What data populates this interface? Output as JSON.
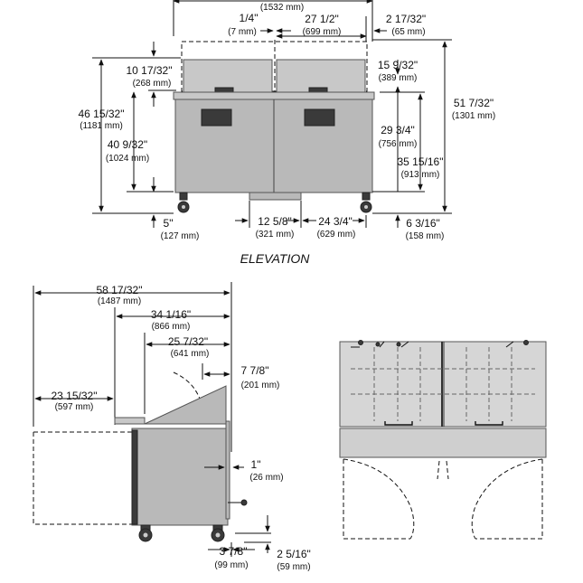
{
  "elevation": {
    "caption": "ELEVATION",
    "overall_width": {
      "in": "(1532 mm)"
    },
    "gap_quarter": {
      "in": "1/4\"",
      "mm": "(7 mm)"
    },
    "lid_width": {
      "in": "27 1/2\"",
      "mm": "(699 mm)"
    },
    "lid_overhang": {
      "in": "2 17/32\"",
      "mm": "(65 mm)"
    },
    "lid_height": {
      "in": "10 17/32\"",
      "mm": "(268 mm)"
    },
    "overall_height": {
      "in": "46 15/32\"",
      "mm": "(1181 mm)"
    },
    "work_height": {
      "in": "40 9/32\"",
      "mm": "(1024 mm)"
    },
    "lid_open_height": {
      "in": "15 9/32\"",
      "mm": "(389 mm)"
    },
    "lid_open_total": {
      "in": "51 7/32\"",
      "mm": "(1301 mm)"
    },
    "cabinet_height": {
      "in": "29 3/4\"",
      "mm": "(756 mm)"
    },
    "rail_height": {
      "in": "35 15/16\"",
      "mm": "(913 mm)"
    },
    "caster_height": {
      "in": "5\"",
      "mm": "(127 mm)"
    },
    "drain_offset": {
      "in": "12 5/8\"",
      "mm": "(321 mm)"
    },
    "drain_center": {
      "in": "24 3/4\"",
      "mm": "(629 mm)"
    },
    "caster_right": {
      "in": "6 3/16\"",
      "mm": "(158 mm)"
    }
  },
  "side": {
    "overall_depth": {
      "in": "58 17/32\"",
      "mm": "(1487 mm)"
    },
    "cabinet_depth": {
      "in": "34 1/16\"",
      "mm": "(866 mm)"
    },
    "rail_depth": {
      "in": "25 7/32\"",
      "mm": "(641 mm)"
    },
    "lid_depth": {
      "in": "7 7/8\"",
      "mm": "(201 mm)"
    },
    "door_swing": {
      "in": "23 15/32\"",
      "mm": "(597 mm)"
    },
    "bumper": {
      "in": "1\"",
      "mm": "(26 mm)"
    },
    "caster_offset": {
      "in": "3 7/8\"",
      "mm": "(99 mm)"
    },
    "base_offset": {
      "in": "2 5/16\"",
      "mm": "(59 mm)"
    }
  }
}
